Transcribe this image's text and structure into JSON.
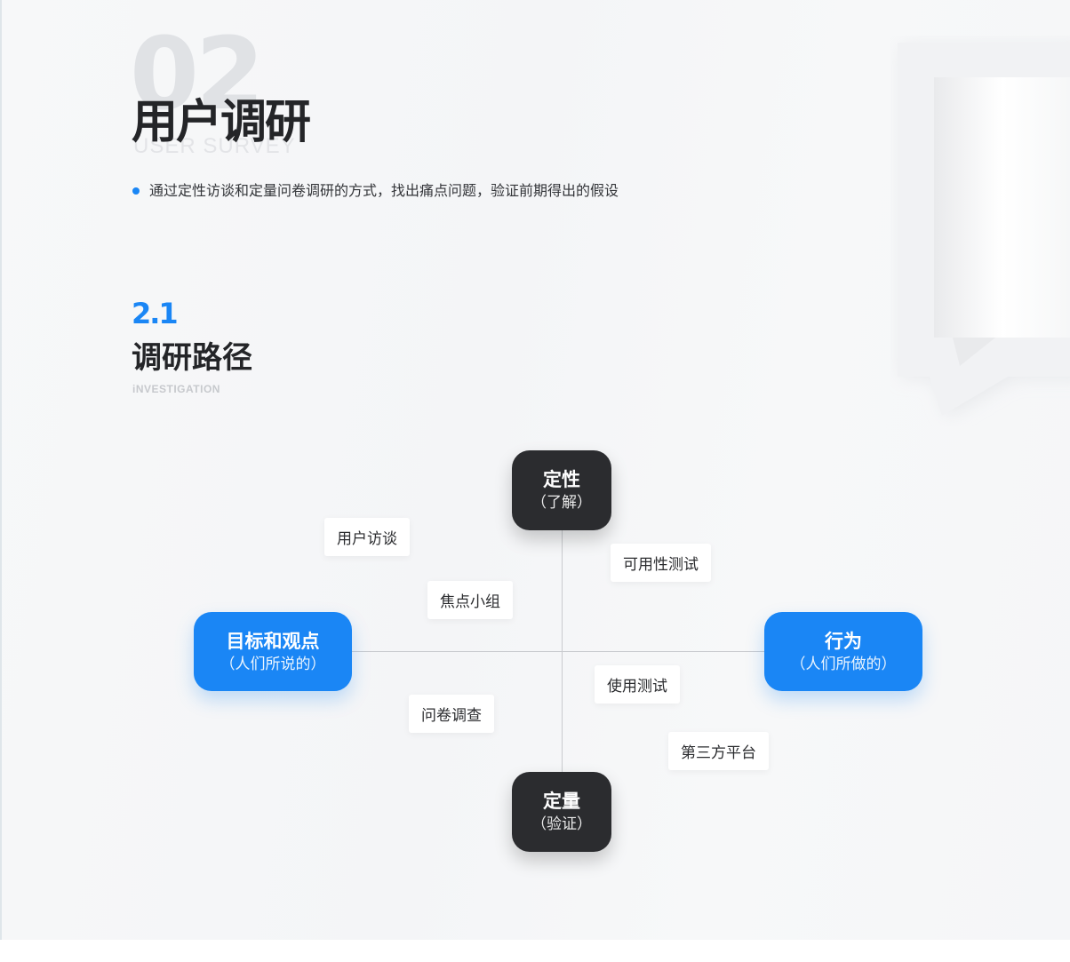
{
  "header": {
    "section_number": "02",
    "title": "用户调研",
    "title_en": "USER SURVEY",
    "bullet": "通过定性访谈和定量问卷调研的方式，找出痛点问题，验证前期得出的假设"
  },
  "section": {
    "number": "2.1",
    "title": "调研路径",
    "title_en": "iNVESTIGATION"
  },
  "diagram": {
    "top": {
      "title": "定性",
      "subtitle": "（了解）"
    },
    "bottom": {
      "title": "定量",
      "subtitle": "（验证）"
    },
    "left": {
      "title": "目标和观点",
      "subtitle": "（人们所说的）"
    },
    "right": {
      "title": "行为",
      "subtitle": "（人们所做的）"
    },
    "methods": [
      "用户访谈",
      "焦点小组",
      "可用性测试",
      "问卷调查",
      "使用测试",
      "第三方平台"
    ]
  },
  "colors": {
    "accent": "#1a86f5",
    "dark": "#2b2c2f"
  }
}
